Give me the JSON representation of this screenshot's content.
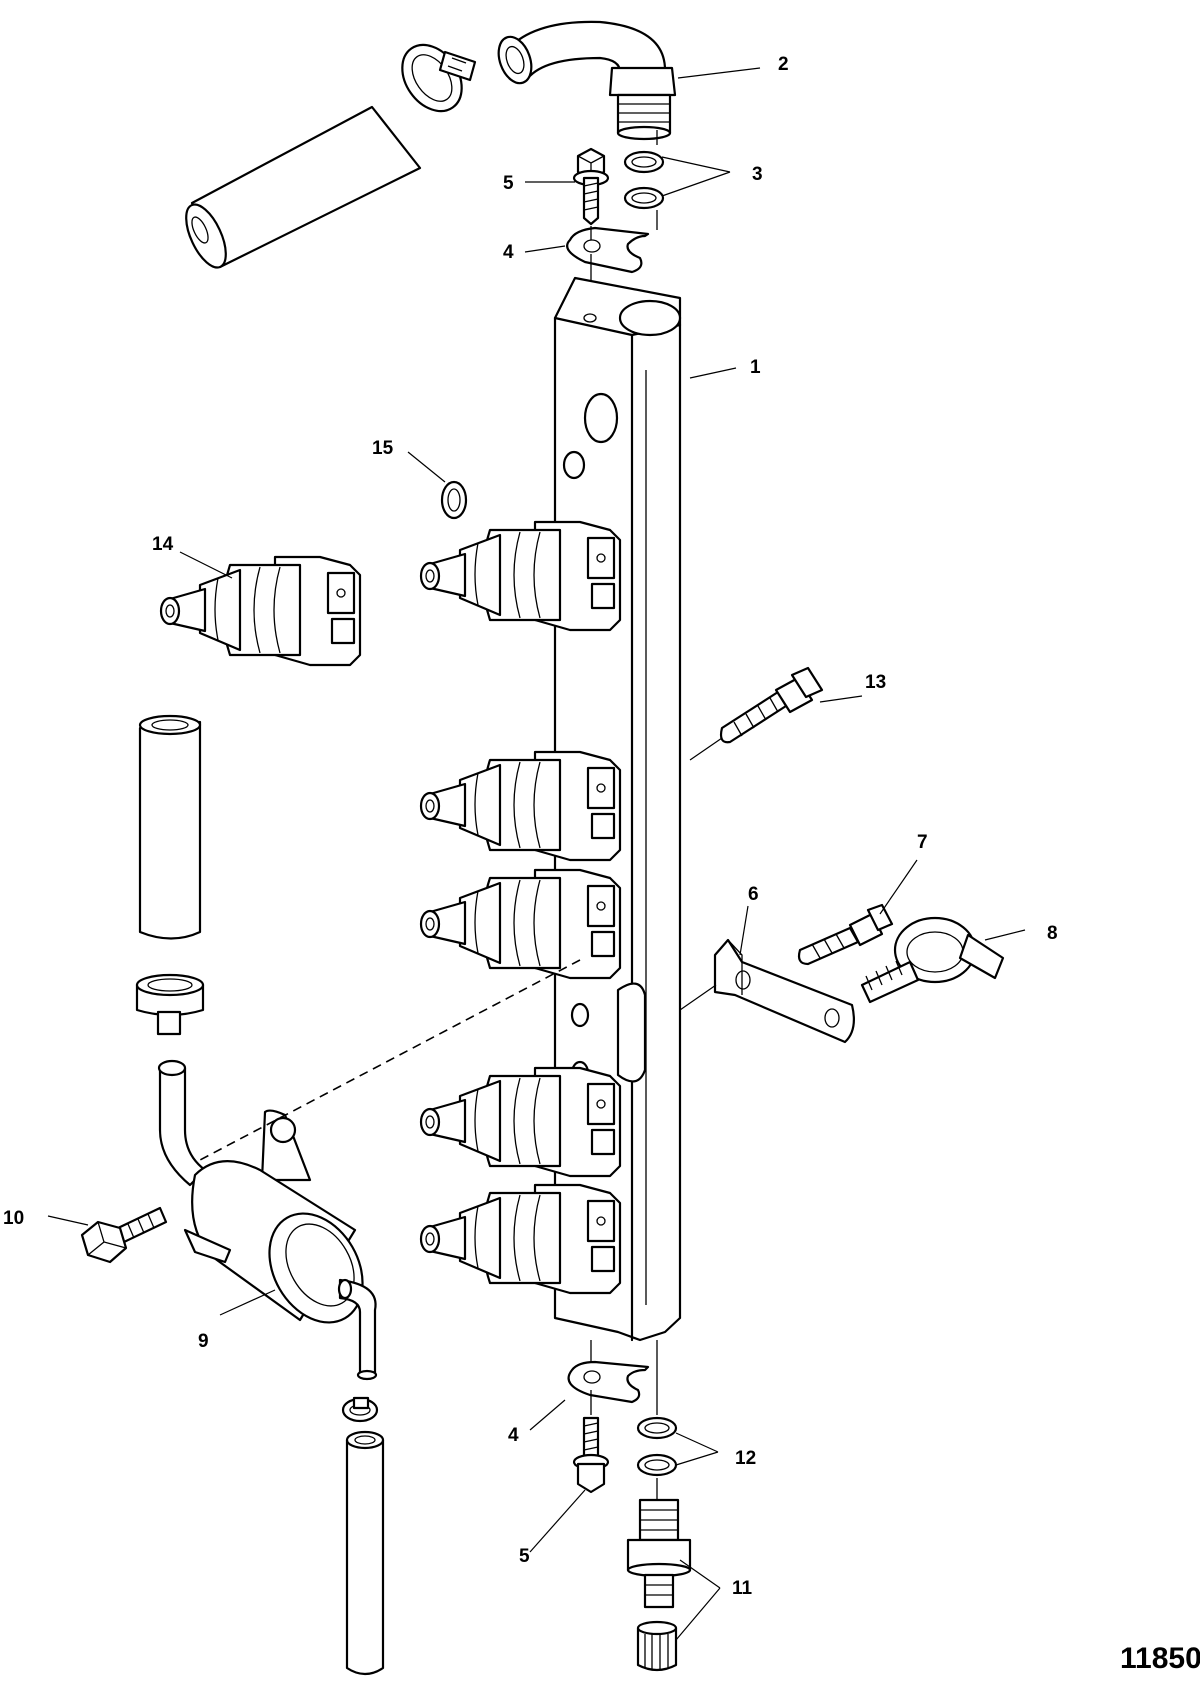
{
  "figure_id": "11850",
  "callouts": {
    "c1": "1",
    "c2": "2",
    "c3": "3",
    "c4_top": "4",
    "c4_bottom": "4",
    "c5_top": "5",
    "c5_bottom": "5",
    "c6": "6",
    "c7": "7",
    "c8": "8",
    "c9": "9",
    "c10": "10",
    "c11": "11",
    "c12": "12",
    "c13": "13",
    "c14": "14",
    "c15": "15"
  }
}
